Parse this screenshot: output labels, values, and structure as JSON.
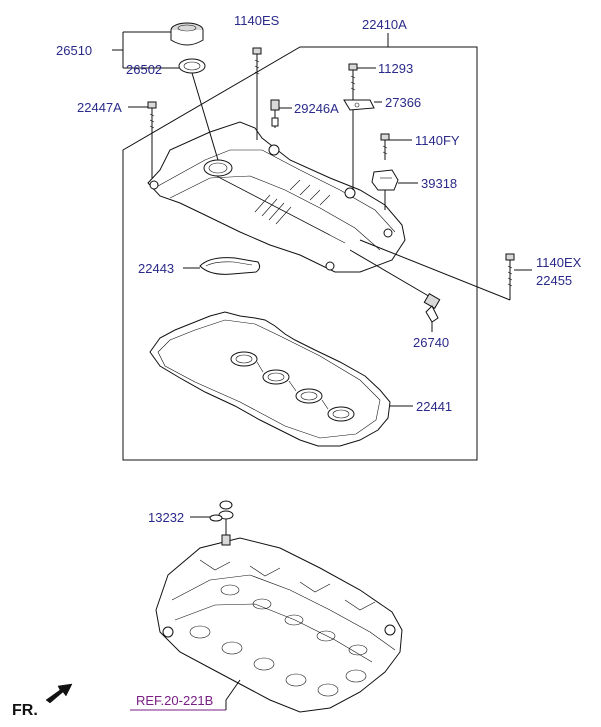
{
  "labels": {
    "p22410A": "22410A",
    "p1140ES": "1140ES",
    "p26510": "26510",
    "p26502": "26502",
    "p11293": "11293",
    "p22447A": "22447A",
    "p29246A": "29246A",
    "p27366": "27366",
    "p1140FY": "1140FY",
    "p39318": "39318",
    "p22443": "22443",
    "p1140EX": "1140EX",
    "p22455": "22455",
    "p26740": "26740",
    "p22441": "22441",
    "p13232": "13232"
  },
  "reference": "REF.20-221B",
  "front_marker": "FR.",
  "colors": {
    "label": "#2a2a8a",
    "reference": "#7a1f86",
    "line": "#111111"
  }
}
